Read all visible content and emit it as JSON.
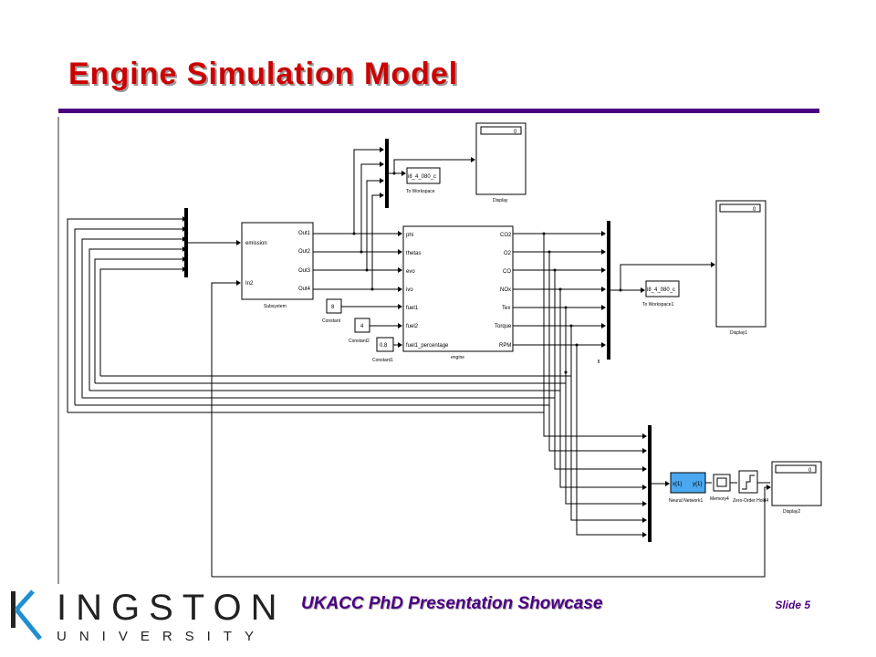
{
  "slide": {
    "title": "Engine Simulation Model",
    "footer": "UKACC PhD Presentation Showcase",
    "slide_number": "Slide 5"
  },
  "logo": {
    "line1": "INGSTON",
    "line2": "UNIVERSITY",
    "k_color": "#1f8fd1"
  },
  "colors": {
    "title": "#cc0000",
    "accent": "#4b0082",
    "neural_block": "#4aa8f0"
  },
  "diagram": {
    "subsystem": {
      "name": "Subsystem",
      "inputs": [
        "emission",
        "In2"
      ],
      "outputs": [
        "Out1",
        "Out2",
        "Out3",
        "Out4"
      ]
    },
    "engine": {
      "name": "engine",
      "inputs": [
        "phi",
        "thetas",
        "evo",
        "ivo",
        "fuel1",
        "fuel2",
        "fuel1_percentage"
      ],
      "outputs": [
        "CO2",
        "O2",
        "CO",
        "NOx",
        "Tex",
        "Torque",
        "RPM"
      ]
    },
    "constants": [
      {
        "value": "8",
        "name": "Constant"
      },
      {
        "value": "4",
        "name": "Constant2"
      },
      {
        "value": "0.8",
        "name": "Constant1"
      }
    ],
    "to_workspace": [
      {
        "var": "i8_4_080_c",
        "name": "To Workspace"
      },
      {
        "var": "i8_4_080_c",
        "name": "To Workspace1"
      }
    ],
    "displays": [
      {
        "value": "0",
        "name": "Display"
      },
      {
        "value": "0",
        "name": "Display1"
      },
      {
        "value": "0",
        "name": "Display2"
      }
    ],
    "neural_network": {
      "in_label": "x{1}",
      "out_label": "y{1}",
      "name": "Neural Network1"
    },
    "memory": {
      "name": "Memory4"
    },
    "zoh": {
      "name": "Zero-Order Hold4"
    }
  }
}
